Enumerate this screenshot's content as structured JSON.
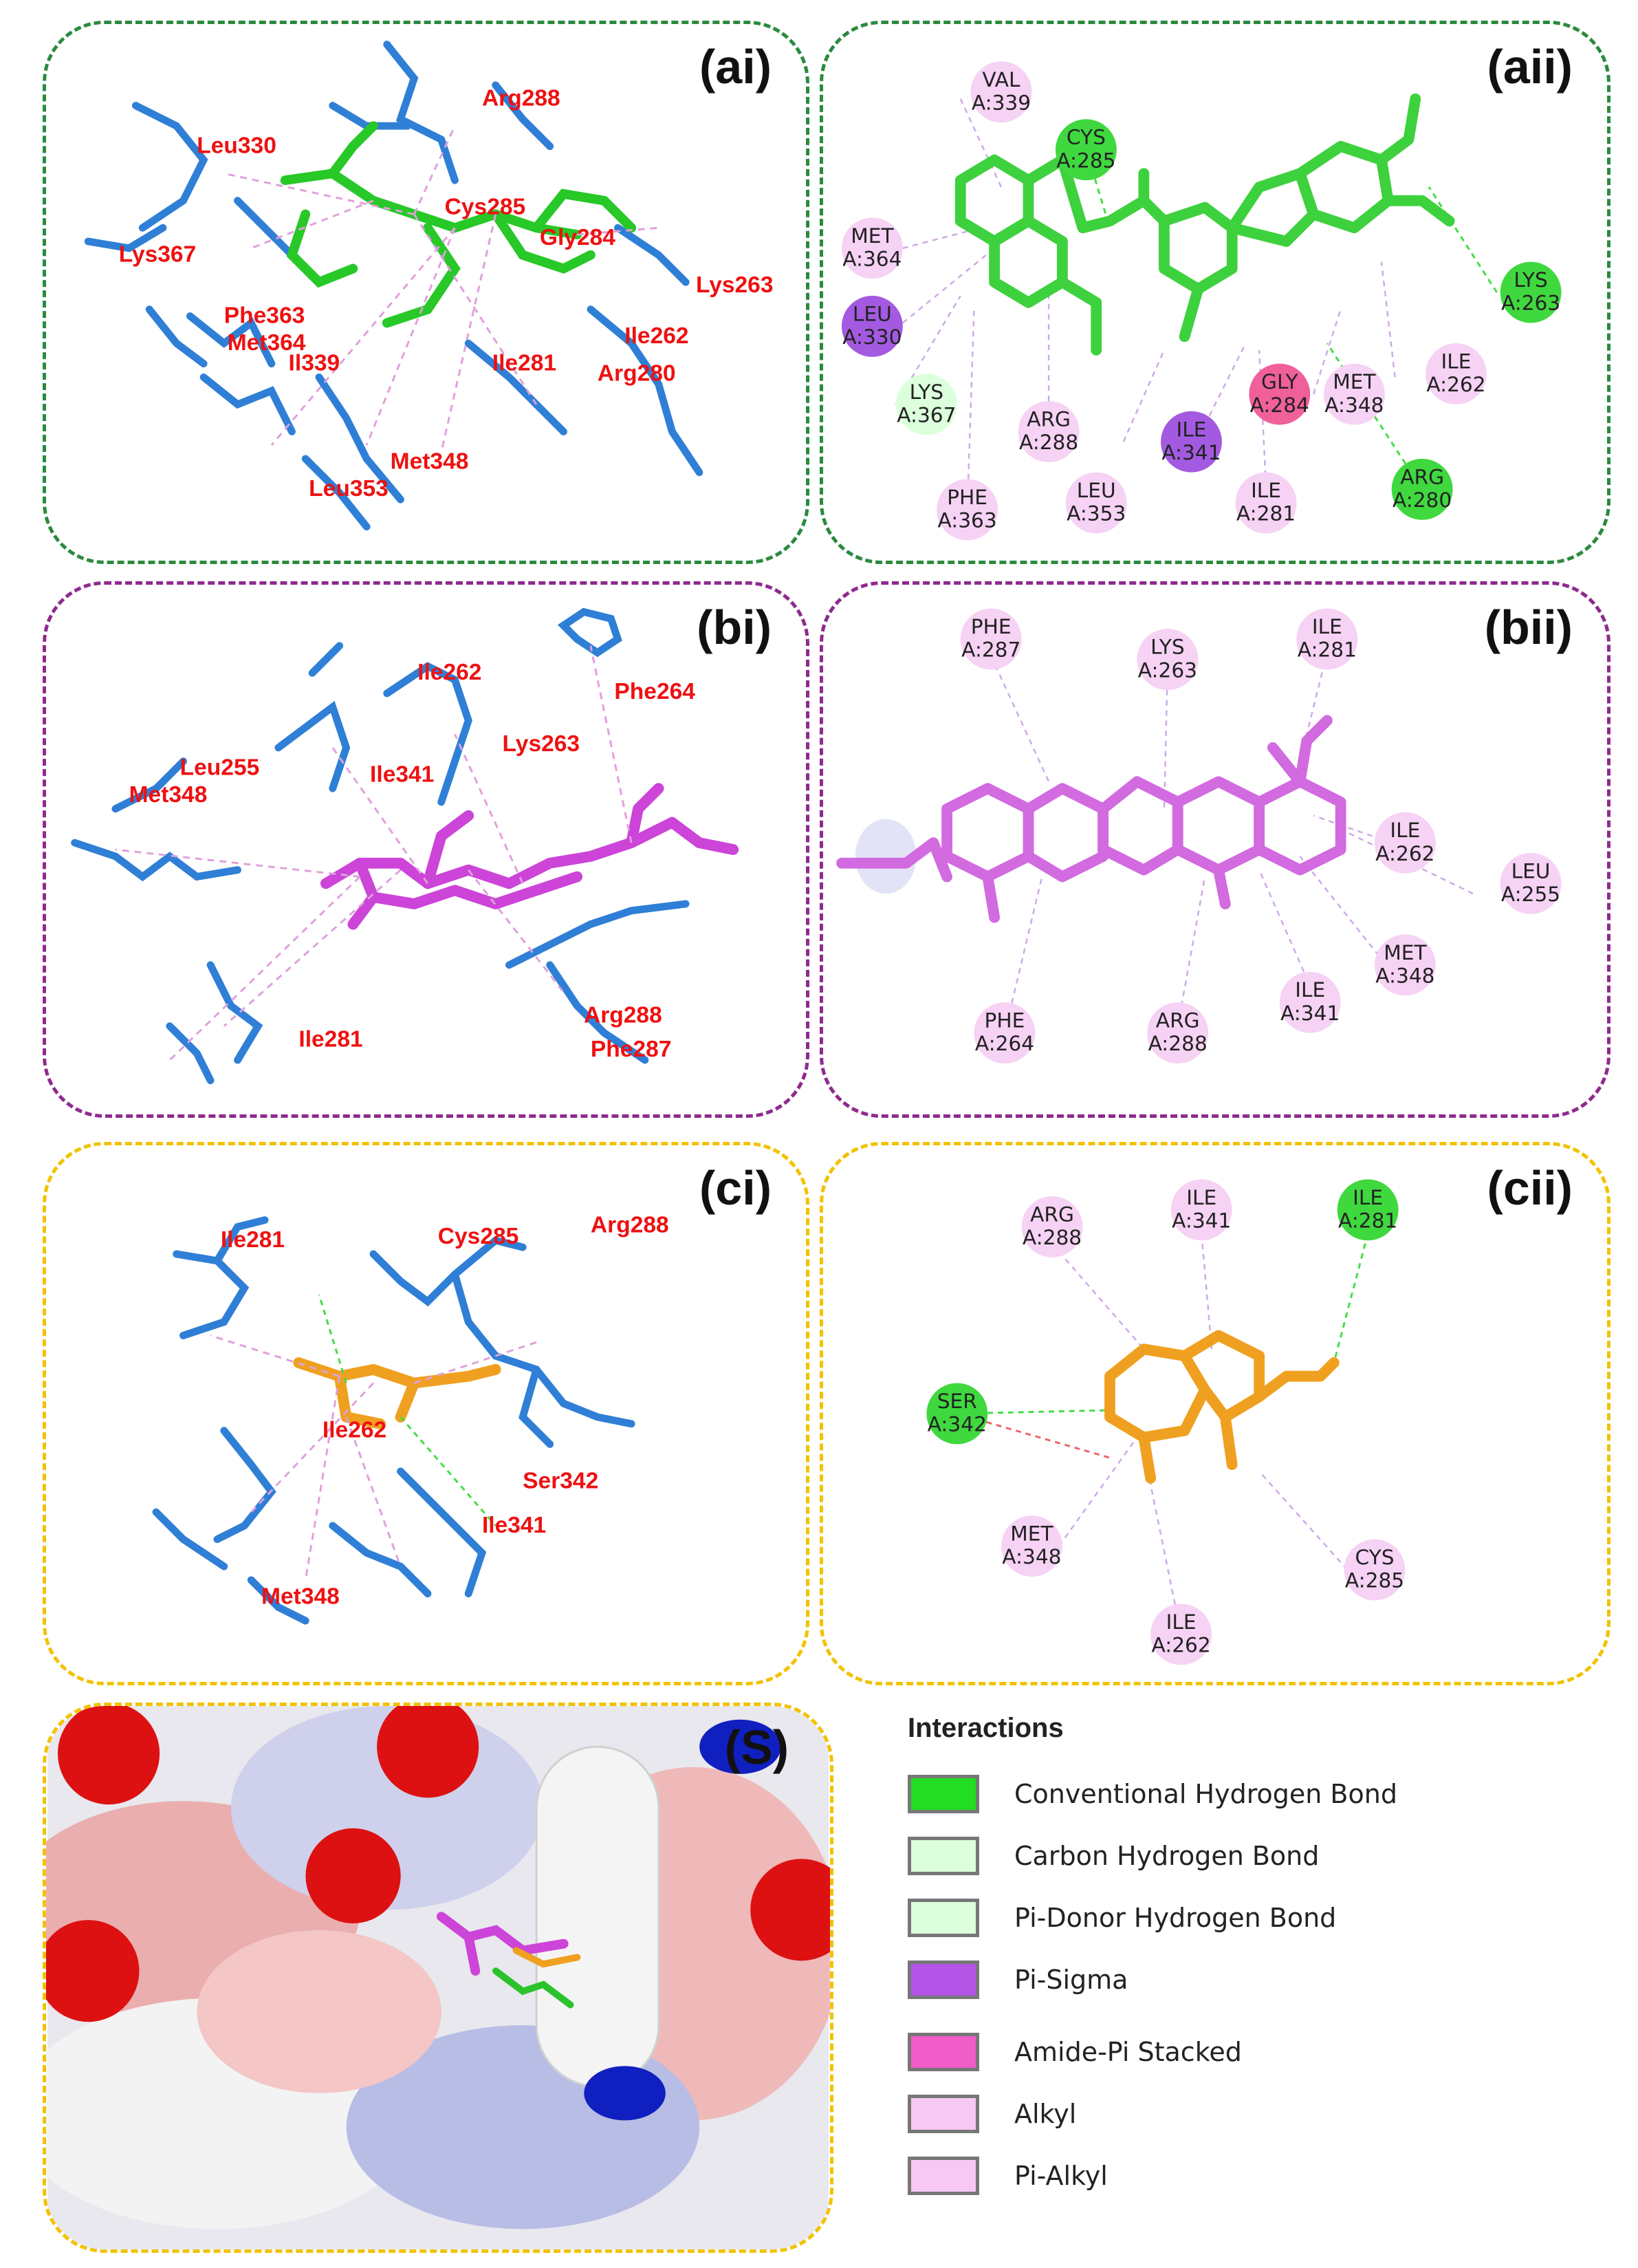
{
  "panels": {
    "ai": {
      "label": "(ai)",
      "border": "#2a8a3e"
    },
    "aii": {
      "label": "(aii)",
      "border": "#2a8a3e"
    },
    "bi": {
      "label": "(bi)",
      "border": "#8e2a8e"
    },
    "bii": {
      "label": "(bii)",
      "border": "#8e2a8e"
    },
    "ci": {
      "label": "(ci)",
      "border": "#f2c200"
    },
    "cii": {
      "label": "(cii)",
      "border": "#f2c200"
    },
    "s": {
      "label": "(S)",
      "border": "#f2c200"
    }
  },
  "ai_residues": [
    "Arg288",
    "Leu330",
    "Cys285",
    "Lys367",
    "Gly284",
    "Lys263",
    "Phe363",
    "Met364",
    "Il339",
    "Ile281",
    "Ile262",
    "Arg280",
    "Met348",
    "Leu353"
  ],
  "bi_residues": [
    "Ile262",
    "Phe264",
    "Lys263",
    "Leu255",
    "Ile341",
    "Met348",
    "Arg288",
    "Ile281",
    "Phe287"
  ],
  "ci_residues": [
    "Ile281",
    "Cys285",
    "Arg288",
    "Ile262",
    "Ser342",
    "Ile341",
    "Met348"
  ],
  "aii_nodes": [
    {
      "res": "VAL",
      "id": "A:339",
      "type": "alkyl"
    },
    {
      "res": "CYS",
      "id": "A:285",
      "type": "hbond"
    },
    {
      "res": "MET",
      "id": "A:364",
      "type": "alkyl"
    },
    {
      "res": "LEU",
      "id": "A:330",
      "type": "pisigma"
    },
    {
      "res": "LYS",
      "id": "A:263",
      "type": "hbond"
    },
    {
      "res": "LYS",
      "id": "A:367",
      "type": "carbon"
    },
    {
      "res": "ARG",
      "id": "A:288",
      "type": "alkyl"
    },
    {
      "res": "ILE",
      "id": "A:341",
      "type": "pisigma"
    },
    {
      "res": "GLY",
      "id": "A:284",
      "type": "amide"
    },
    {
      "res": "MET",
      "id": "A:348",
      "type": "alkyl"
    },
    {
      "res": "ILE",
      "id": "A:262",
      "type": "alkyl"
    },
    {
      "res": "PHE",
      "id": "A:363",
      "type": "alkyl"
    },
    {
      "res": "LEU",
      "id": "A:353",
      "type": "alkyl"
    },
    {
      "res": "ILE",
      "id": "A:281",
      "type": "alkyl"
    },
    {
      "res": "ARG",
      "id": "A:280",
      "type": "hbond"
    }
  ],
  "bii_nodes": [
    {
      "res": "PHE",
      "id": "A:287",
      "type": "alkyl"
    },
    {
      "res": "LYS",
      "id": "A:263",
      "type": "alkyl"
    },
    {
      "res": "ILE",
      "id": "A:281",
      "type": "alkyl"
    },
    {
      "res": "ILE",
      "id": "A:262",
      "type": "alkyl"
    },
    {
      "res": "LEU",
      "id": "A:255",
      "type": "alkyl"
    },
    {
      "res": "MET",
      "id": "A:348",
      "type": "alkyl"
    },
    {
      "res": "ILE",
      "id": "A:341",
      "type": "alkyl"
    },
    {
      "res": "PHE",
      "id": "A:264",
      "type": "alkyl"
    },
    {
      "res": "ARG",
      "id": "A:288",
      "type": "alkyl"
    }
  ],
  "cii_nodes": [
    {
      "res": "ARG",
      "id": "A:288",
      "type": "alkyl"
    },
    {
      "res": "ILE",
      "id": "A:341",
      "type": "alkyl"
    },
    {
      "res": "ILE",
      "id": "A:281",
      "type": "hbond"
    },
    {
      "res": "SER",
      "id": "A:342",
      "type": "hbond"
    },
    {
      "res": "MET",
      "id": "A:348",
      "type": "alkyl"
    },
    {
      "res": "CYS",
      "id": "A:285",
      "type": "alkyl"
    },
    {
      "res": "ILE",
      "id": "A:262",
      "type": "alkyl"
    }
  ],
  "legend": {
    "title": "Interactions",
    "items": [
      {
        "label": "Conventional Hydrogen Bond",
        "color": "#22dd22"
      },
      {
        "label": "Carbon Hydrogen Bond",
        "color": "#dcffdc"
      },
      {
        "label": "Pi-Donor Hydrogen Bond",
        "color": "#dcffdc"
      },
      {
        "label": "Pi-Sigma",
        "color": "#b455e8"
      },
      {
        "label": "Amide-Pi Stacked",
        "color": "#f05cc8"
      },
      {
        "label": "Alkyl",
        "color": "#f8c8f4"
      },
      {
        "label": "Pi-Alkyl",
        "color": "#f8c8f4"
      }
    ]
  },
  "colors": {
    "hbond": "#3fd83f",
    "carbon": "#dcffdc",
    "pisigma": "#a35ae0",
    "amide": "#f0609a",
    "alkyl": "#f6d2f4",
    "protein": "#2f7fd6",
    "ligand_a": "#28c828",
    "ligand_b": "#c64bd6",
    "ligand_c": "#f0a020"
  }
}
